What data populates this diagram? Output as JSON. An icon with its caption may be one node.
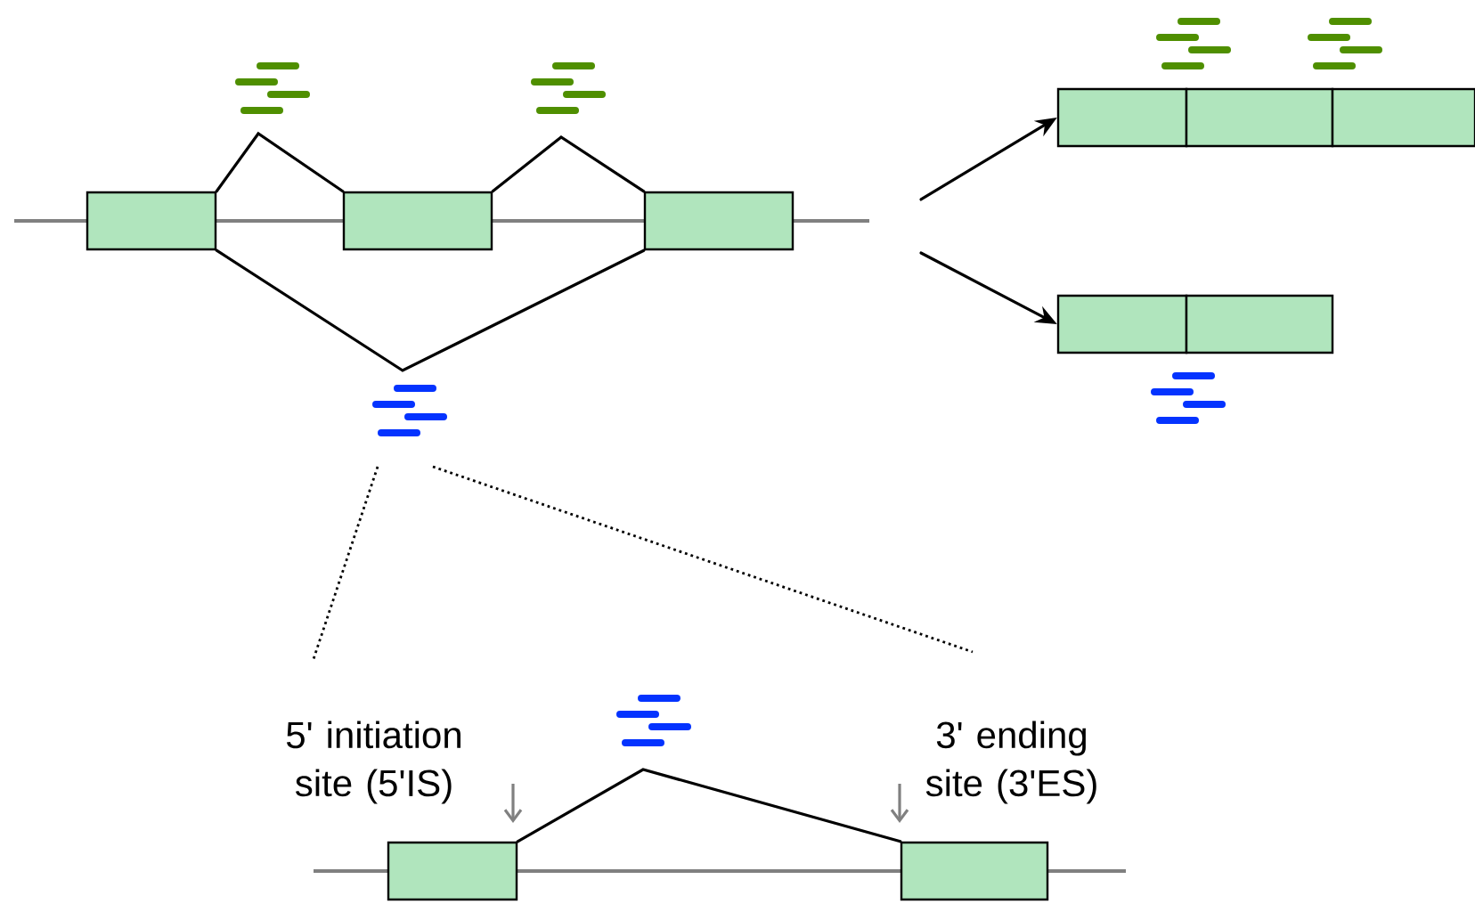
{
  "diagram": {
    "nodes": [
      {
        "text": [],
        "shape": "box"
      },
      {
        "text": [],
        "shape": "box"
      },
      {
        "text": [],
        "shape": "box"
      },
      {
        "text": [],
        "shape": "box"
      },
      {
        "text": [],
        "shape": "box"
      },
      {
        "text": [],
        "shape": "box"
      },
      {
        "text": [],
        "shape": "box"
      },
      {
        "text": [],
        "shape": "box"
      },
      {
        "text": [],
        "shape": "box"
      },
      {
        "text": [],
        "shape": "box"
      }
    ],
    "edges": [
      {
        "from": 0,
        "to": 1,
        "arrow": "none"
      },
      {
        "from": 1,
        "to": 2,
        "arrow": "none"
      },
      {
        "from": 0,
        "to": 2,
        "arrow": "none"
      },
      {
        "from": null,
        "to": 3,
        "arrow": "to"
      },
      {
        "from": null,
        "to": 6,
        "arrow": "to"
      },
      {
        "from": 8,
        "to": 9,
        "arrow": "none"
      }
    ],
    "labels": [
      "5' initiation site (5'IS)",
      "3' ending site (3'ES)"
    ]
  }
}
